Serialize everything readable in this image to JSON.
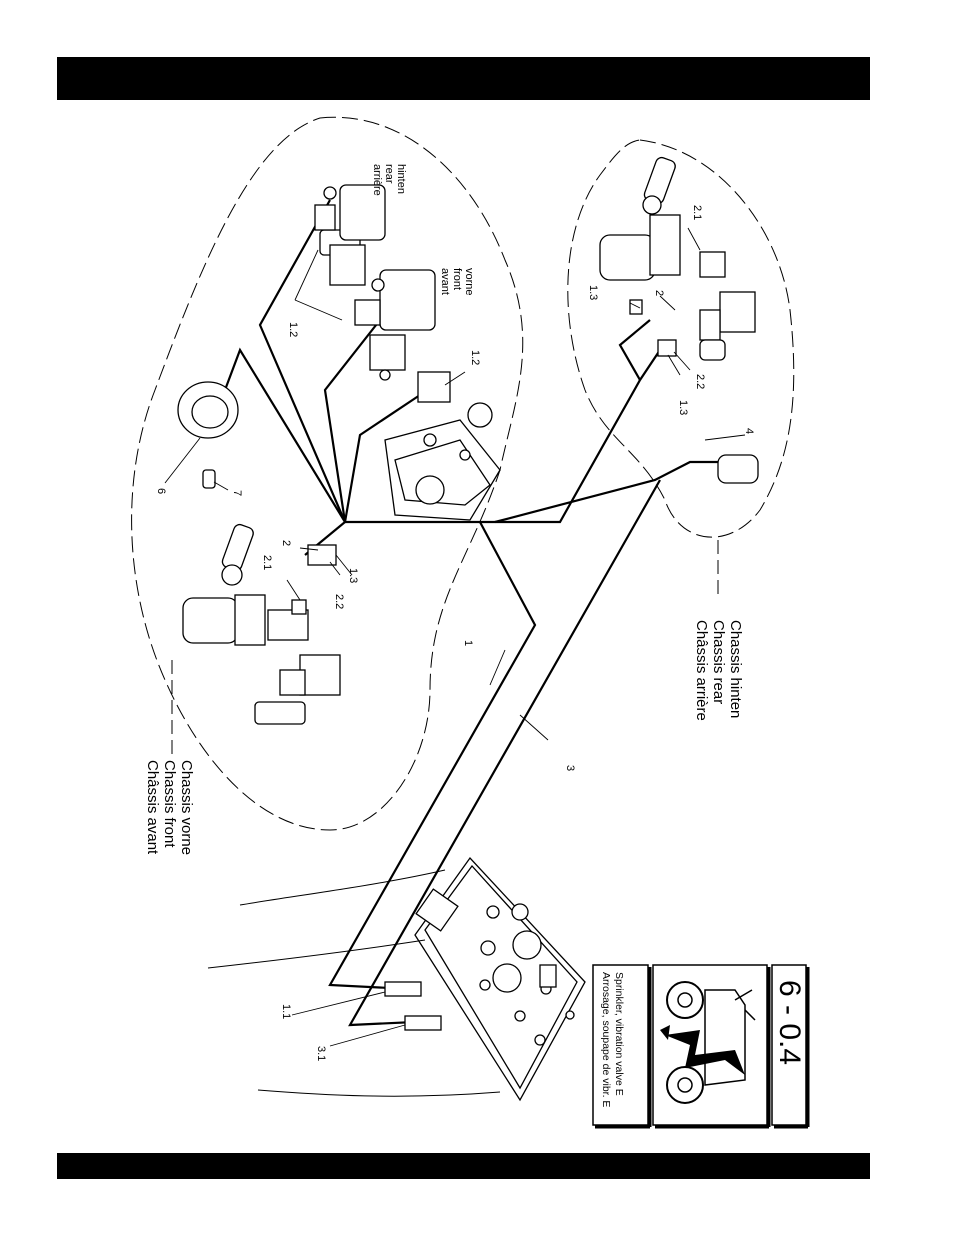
{
  "labels": {
    "p1_2a": "1.2",
    "p1_2b": "1.2",
    "p1_3a": "1.3",
    "p1_3b": "1.3",
    "p2a": "2",
    "p2b": "2",
    "p2_1a": "2.1",
    "p2_1b": "2.1",
    "p2_2a": "2.2",
    "p2_2b": "2.2",
    "p1": "1",
    "p1_1": "1.1",
    "p3": "3",
    "p3_1": "3.1",
    "p4": "4",
    "p6": "6",
    "p7": "7"
  },
  "valve_labels": {
    "rear": [
      "hinten",
      "rear",
      "arrière"
    ],
    "front": [
      "vorne",
      "front",
      "avant"
    ]
  },
  "chassis_front": [
    "Chassis vorne",
    "Chassis front",
    "Châssis avant"
  ],
  "chassis_rear": [
    "Chassis hinten",
    "Chassis rear",
    "Châssis arrière"
  ],
  "page_number": "6 - 0.4",
  "caption": [
    "Sprinkler, vibration valve E",
    "Arrosage, soupape de vibr. E"
  ]
}
